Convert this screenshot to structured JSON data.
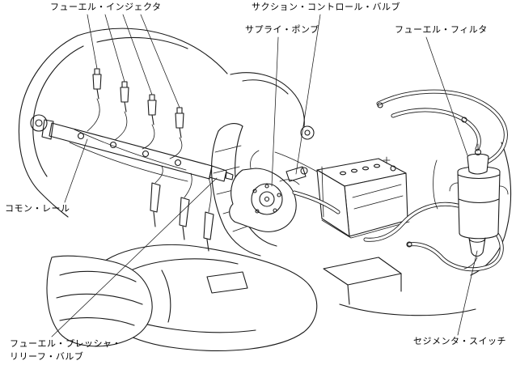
{
  "figure": {
    "background": "#ffffff",
    "line_color": "#1a1a1a",
    "labels": {
      "fuel_injector": "フューエル・インジェクタ",
      "suction_control_valve": "サクション・コントロール・バルブ",
      "supply_pump": "サプライ・ポンプ",
      "fuel_filter": "フューエル・フィルタ",
      "common_rail": "コモン・レール",
      "fuel_pressure_relief_valve": "フューエル・プレッシャ・\nリリーフ・バルブ",
      "sedimenter_switch": "セジメンタ・スイッチ"
    }
  }
}
